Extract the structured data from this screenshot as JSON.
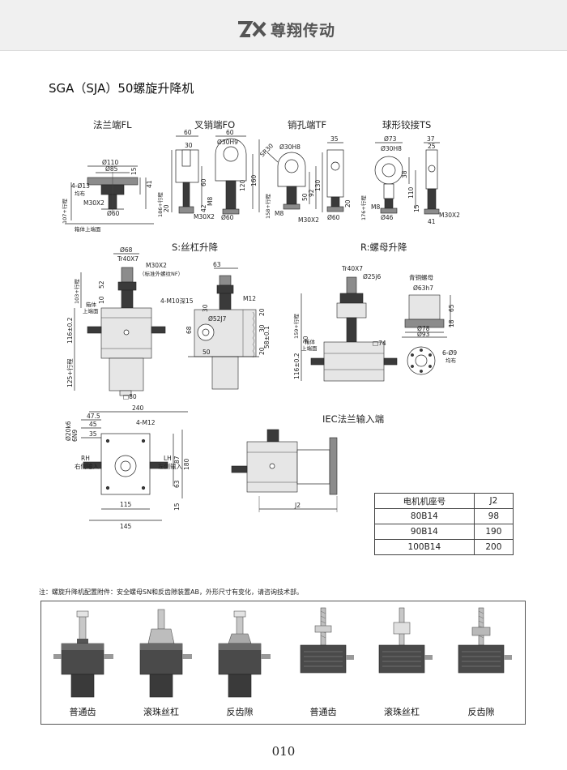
{
  "header": {
    "logo_text": "ZX",
    "brand": "尊翔传动"
  },
  "title": "SGA（SJA）50螺旋升降机",
  "sections": {
    "fl": "法兰端FL",
    "fo": "叉销端FO",
    "tf": "销孔端TF",
    "ts": "球形铰接TS",
    "s_lift": "S:丝杠升降",
    "r_lift": "R:螺母升降",
    "iec": "IEC法兰输入端"
  },
  "dims": {
    "fl": {
      "d110": "Ø110",
      "d85": "Ø85",
      "d60": "Ø60",
      "hole": "4-Ø13",
      "even": "均布",
      "m30": "M30X2",
      "h15": "15",
      "h41": "41",
      "stroke": "107+行程",
      "base": "箱体上端面"
    },
    "fo": {
      "w60": "60",
      "w30": "30",
      "d30h9": "Ø30H9",
      "h60": "60",
      "h42": "42",
      "m8": "M8",
      "h120": "120",
      "h160": "160",
      "h20": "20",
      "stroke": "186+行程",
      "m30": "M30X2",
      "d60": "Ø60"
    },
    "tf": {
      "sr30": "SR30",
      "d30h8": "Ø30H8",
      "w35": "35",
      "h50": "50",
      "h92": "92",
      "h130": "130",
      "h20": "20",
      "stroke": "158+行程",
      "m8": "M8",
      "m30": "M30X2",
      "d60": "Ø60"
    },
    "ts": {
      "d73": "Ø73",
      "d30h8": "Ø30H8",
      "w37": "37",
      "w25": "25",
      "h38": "38",
      "h110": "110",
      "h15": "15",
      "stroke": "176+行程",
      "m8": "M8",
      "d46": "Ø46",
      "m30": "M30X2",
      "w41": "41"
    },
    "s": {
      "d68": "Ø68",
      "tr": "Tr40X7",
      "m30": "M30X2",
      "m30note": "（标准外螺纹NF）",
      "h52": "52",
      "h10": "10",
      "stroke": "103+行程",
      "base1": "箱体",
      "base2": "上端面",
      "h116": "116±0.2",
      "h125": "125+行程",
      "sq80": "□80",
      "h63": "63",
      "m12": "M12",
      "thread": "4-M10深15",
      "h30": "30",
      "h20": "20",
      "h68": "68",
      "d52": "Ø52J7",
      "h50": "50",
      "h58": "58±0.1",
      "h30b": "30",
      "h20b": "20"
    },
    "r": {
      "tr": "Tr40X7",
      "d25": "Ø25j6",
      "nut_label": "青铜螺母",
      "d63": "Ø63h7",
      "h65": "65",
      "h18": "18",
      "d78": "Ø78",
      "d93": "Ø93",
      "holes": "6-Ø9",
      "even": "均布",
      "stroke": "159+行程",
      "h30": "30",
      "sq74": "□74",
      "base1": "箱体",
      "base2": "上端面",
      "h116": "116±0.2"
    },
    "top": {
      "w240": "240",
      "w47": "47.5",
      "w45": "45",
      "w35": "35",
      "d20": "Ø20k6",
      "k6": "6N9",
      "m12": "4-M12",
      "rh": "RH",
      "rh_text": "右侧输入",
      "lh": "LH",
      "lh_text": "左侧输入",
      "h87": "87",
      "h180": "180",
      "h63": "63",
      "h15": "15",
      "w115": "115",
      "w145": "145"
    },
    "iec": {
      "j2": "J2"
    }
  },
  "motor_table": {
    "headers": [
      "电机机座号",
      "J2"
    ],
    "rows": [
      [
        "80B14",
        "98"
      ],
      [
        "90B14",
        "190"
      ],
      [
        "100B14",
        "200"
      ]
    ]
  },
  "note": "注：螺旋升降机配置附件：安全螺母SN和反齿隙装置AB，外形尺寸有变化，请咨询技术部。",
  "photos": [
    {
      "caption": "普通齿",
      "style": "flat"
    },
    {
      "caption": "滚珠丝杠",
      "style": "ball"
    },
    {
      "caption": "反齿隙",
      "style": "flat"
    },
    {
      "caption": "普通齿",
      "style": "screw"
    },
    {
      "caption": "滚珠丝杠",
      "style": "ballscrew"
    },
    {
      "caption": "反齿隙",
      "style": "screw"
    }
  ],
  "page_number": "010"
}
